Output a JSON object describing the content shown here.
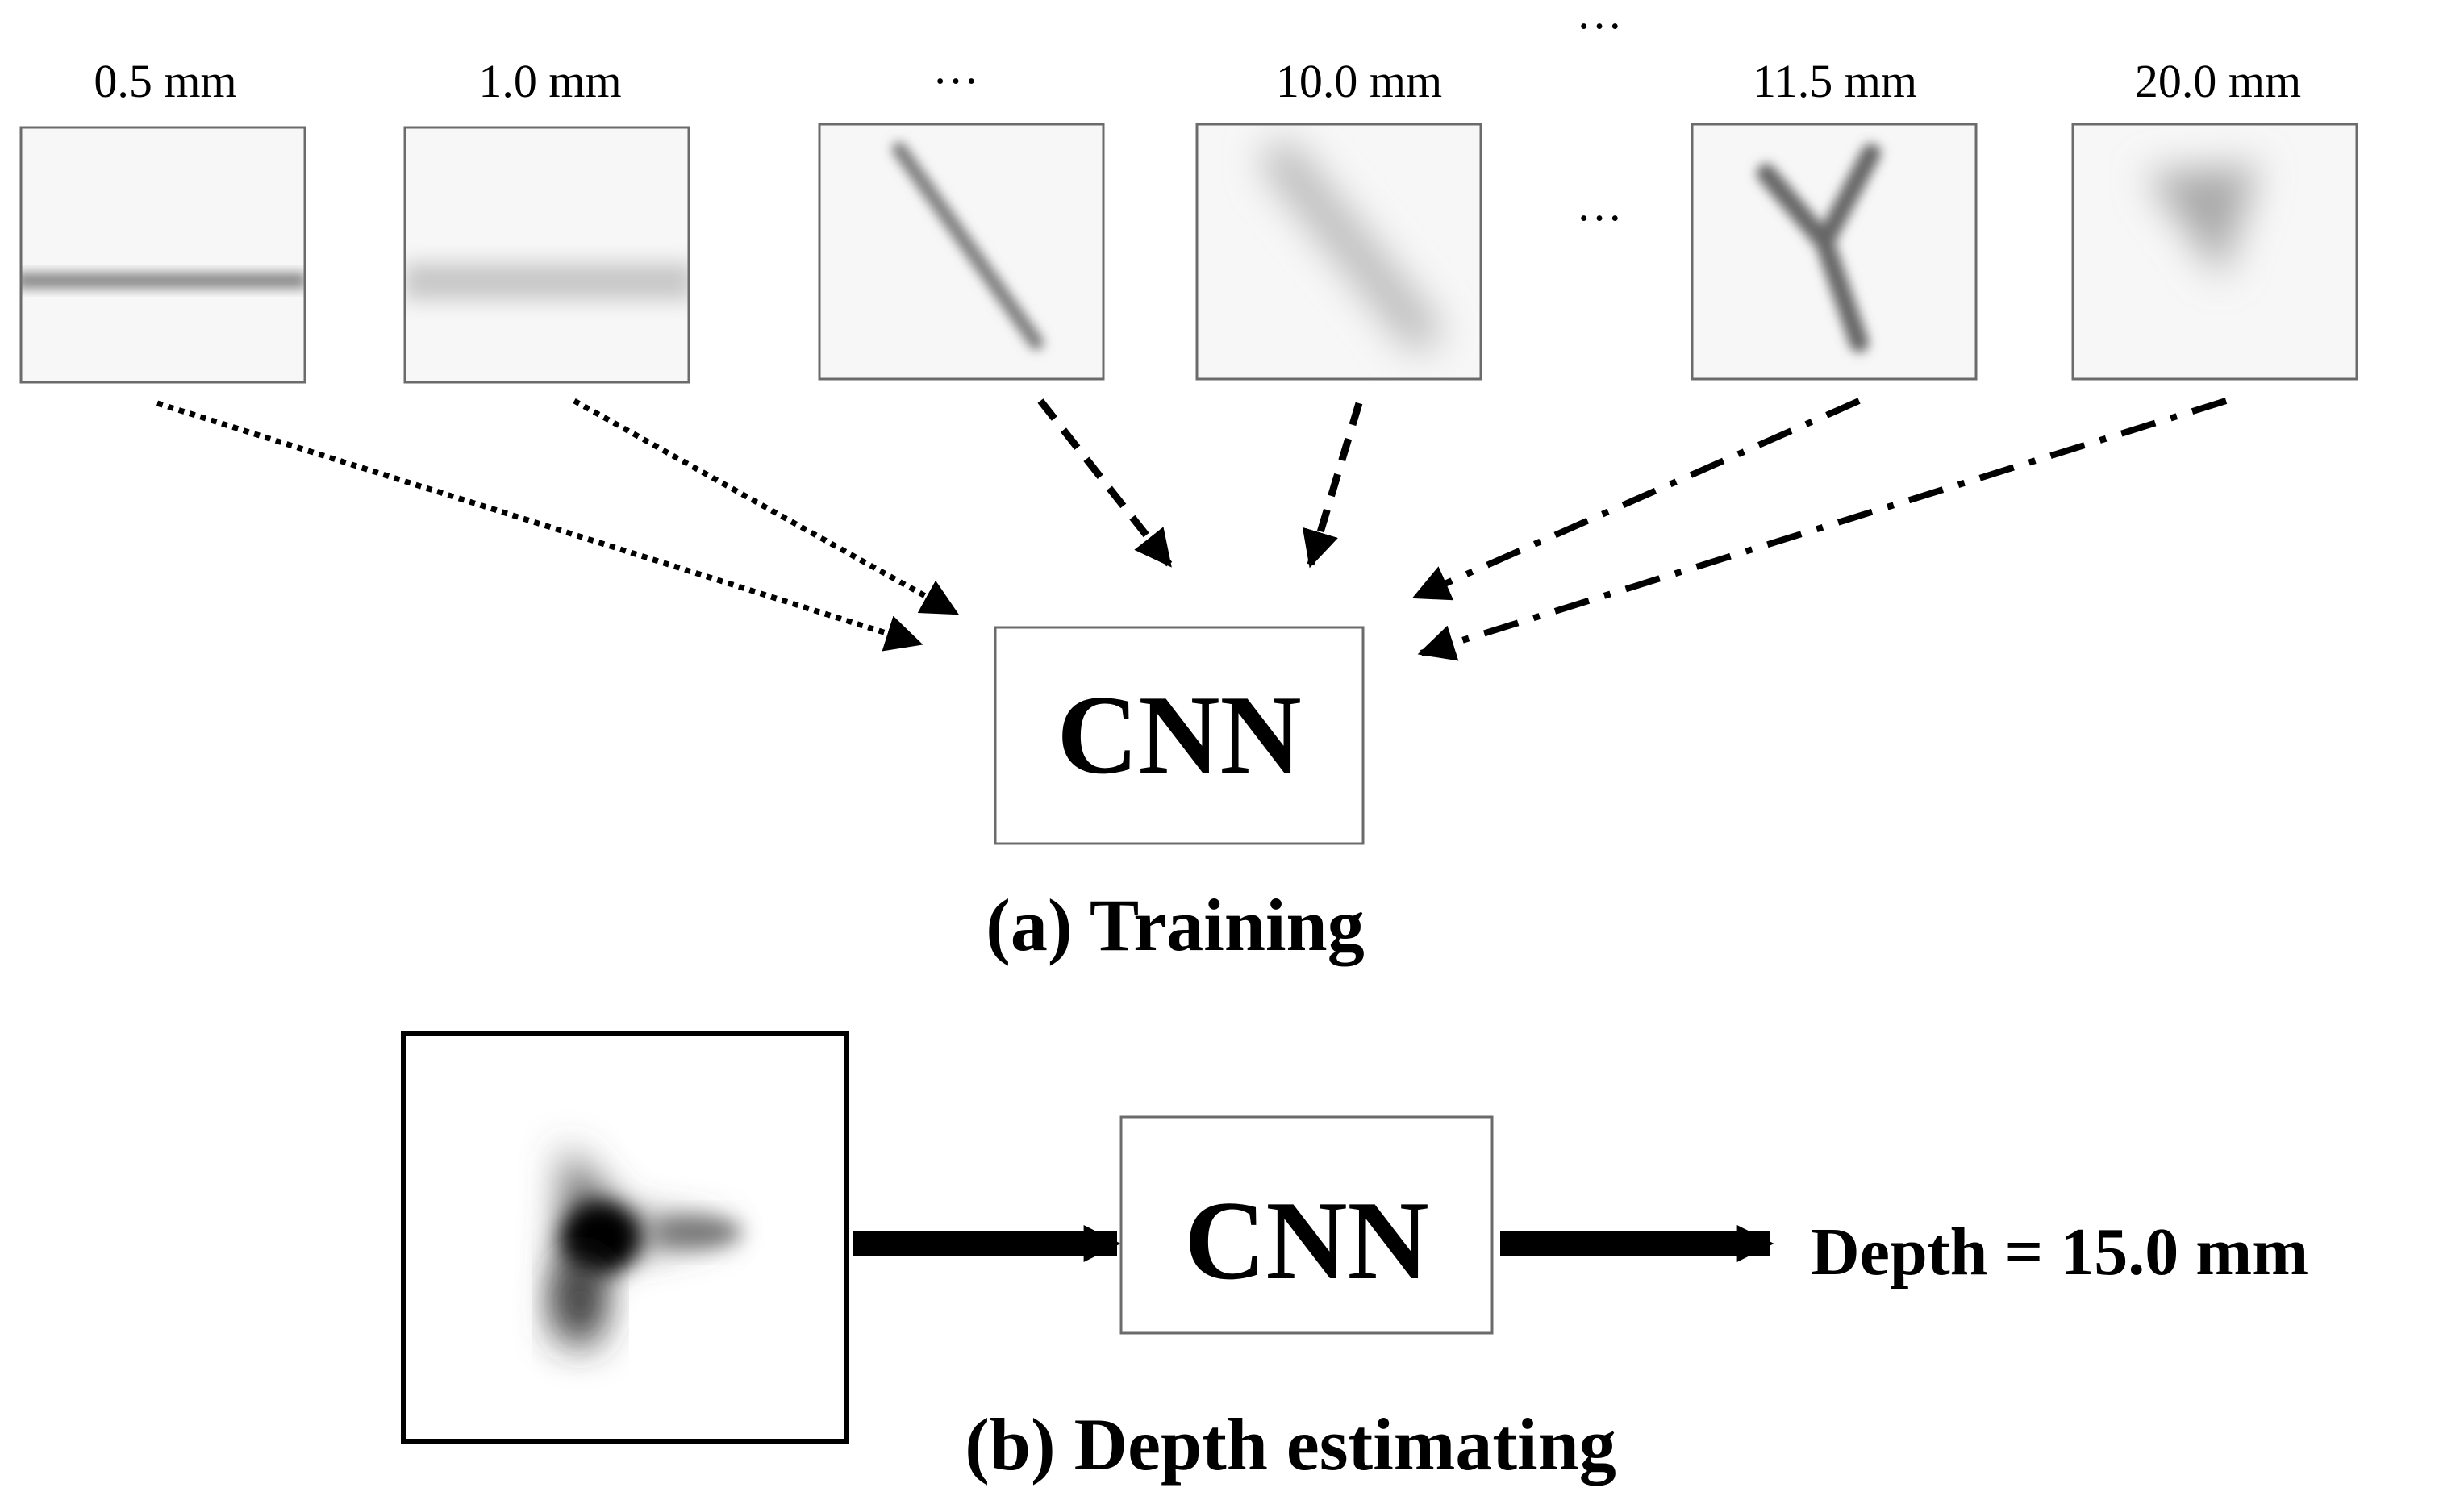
{
  "training": {
    "samples": [
      {
        "label": "0.5 mm",
        "pattern": "horizontal-blurred-line"
      },
      {
        "label": "1.0 mm",
        "pattern": "horizontal-very-blurred-line"
      },
      {
        "label": "···",
        "pattern": "diagonal-line"
      },
      {
        "label": "10.0 mm",
        "pattern": "diagonal-blurred-line"
      },
      {
        "label": "11.5 mm",
        "pattern": "y-shaped-branch"
      },
      {
        "label": "20.0 mm",
        "pattern": "blurred-triangle-blob"
      }
    ],
    "ellipsis_top": "···",
    "ellipsis_middle": "···",
    "cnn_label": "CNN",
    "caption": "(a) Training"
  },
  "estimating": {
    "input_pattern": "blurred-branching-blob",
    "cnn_label": "CNN",
    "output_text": "Depth = 15.0 mm",
    "caption": "(b) Depth estimating"
  }
}
